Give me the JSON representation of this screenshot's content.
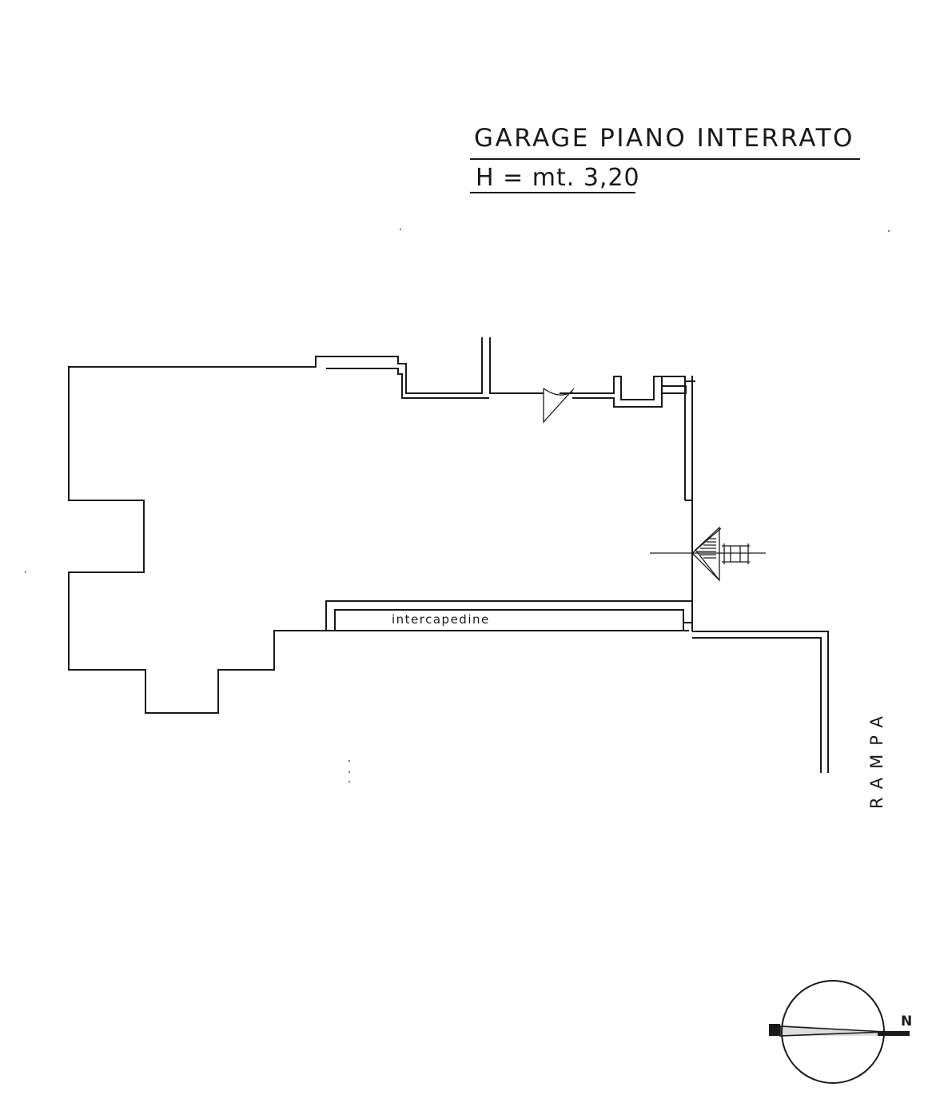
{
  "title": "GARAGE PIANO INTERRATO",
  "height_label": "H = mt. 3,20",
  "labels": {
    "intercapedine": "intercapedine",
    "rampa": "RAMPA",
    "north": "N"
  },
  "icons": {
    "compass": "north-arrow-icon"
  }
}
